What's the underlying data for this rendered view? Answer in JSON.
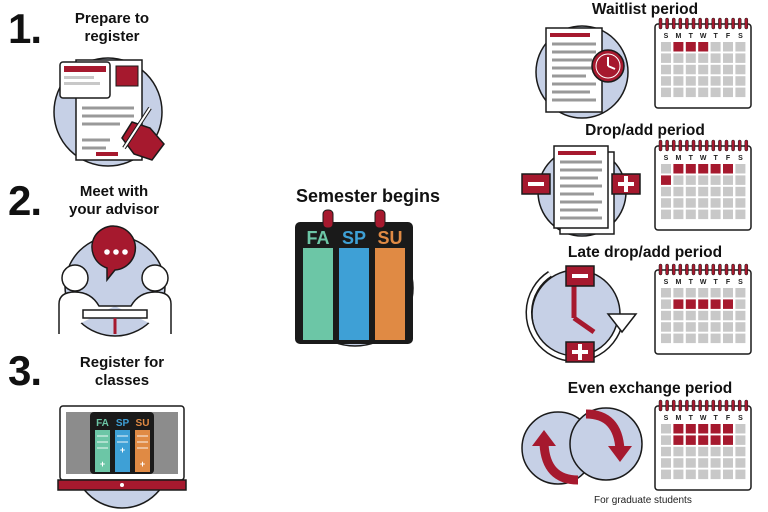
{
  "steps": [
    {
      "number": "1.",
      "title_line1": "Prepare to",
      "title_line2": "register",
      "icon": "document-pen-icon"
    },
    {
      "number": "2.",
      "title_line1": "Meet with",
      "title_line2": "your advisor",
      "icon": "advisor-meeting-icon"
    },
    {
      "number": "3.",
      "title_line1": "Register for",
      "title_line2": "classes",
      "icon": "monitor-registration-icon"
    }
  ],
  "center": {
    "title": "Semester begins",
    "terms": [
      "FA",
      "SP",
      "SU"
    ]
  },
  "monitor_terms": [
    "FA",
    "SP",
    "SU"
  ],
  "periods": [
    {
      "title": "Waitlist period",
      "icon": "document-clock-icon"
    },
    {
      "title": "Drop/add period",
      "icon": "document-minus-plus-icon"
    },
    {
      "title": "Late drop/add period",
      "icon": "clock-minus-plus-icon"
    },
    {
      "title": "Even exchange period",
      "icon": "exchange-arrows-icon"
    }
  ],
  "calendar_days": [
    "S",
    "M",
    "T",
    "W",
    "T",
    "F",
    "S"
  ],
  "even_exchange_note": "For graduate students",
  "colors": {
    "accent": "#a6192e",
    "circle": "#c6d0e6",
    "fall": "#6cc6a6",
    "spring": "#3ea0d6",
    "summer": "#e08a44",
    "dark": "#1a1a1a",
    "gray": "#c8c8c8"
  }
}
